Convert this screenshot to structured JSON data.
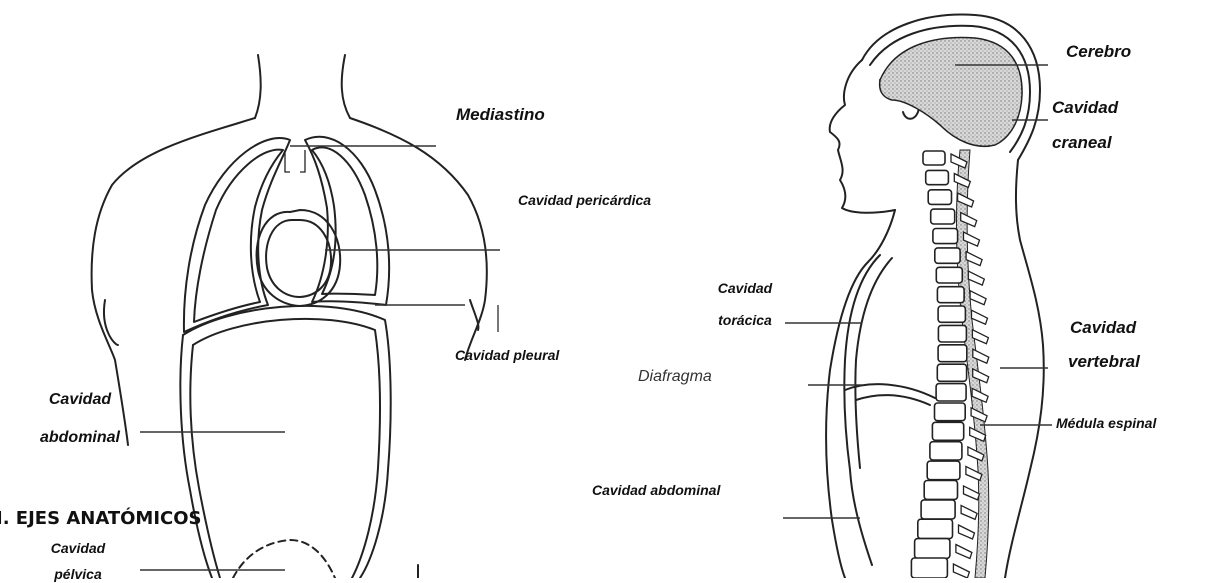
{
  "labels": {
    "mediastino": "Mediastino",
    "pericardica": "Cavidad pericárdica",
    "pleural": "Cavidad pleural",
    "abdominal_front_1": "Cavidad",
    "abdominal_front_2": "abdominal",
    "pelvica_1": "Cavidad",
    "pelvica_2": "pélvica",
    "cerebro": "Cerebro",
    "craneal_1": "Cavidad",
    "craneal_2": "craneal",
    "toracica_1": "Cavidad",
    "toracica_2": "torácica",
    "vertebral_1": "Cavidad",
    "vertebral_2": "vertebral",
    "diafragma": "Diafragma",
    "medula": "Médula espinal",
    "abdominal_side": "Cavidad abdominal"
  },
  "heading": "I. EJES ANATÓMICOS"
}
